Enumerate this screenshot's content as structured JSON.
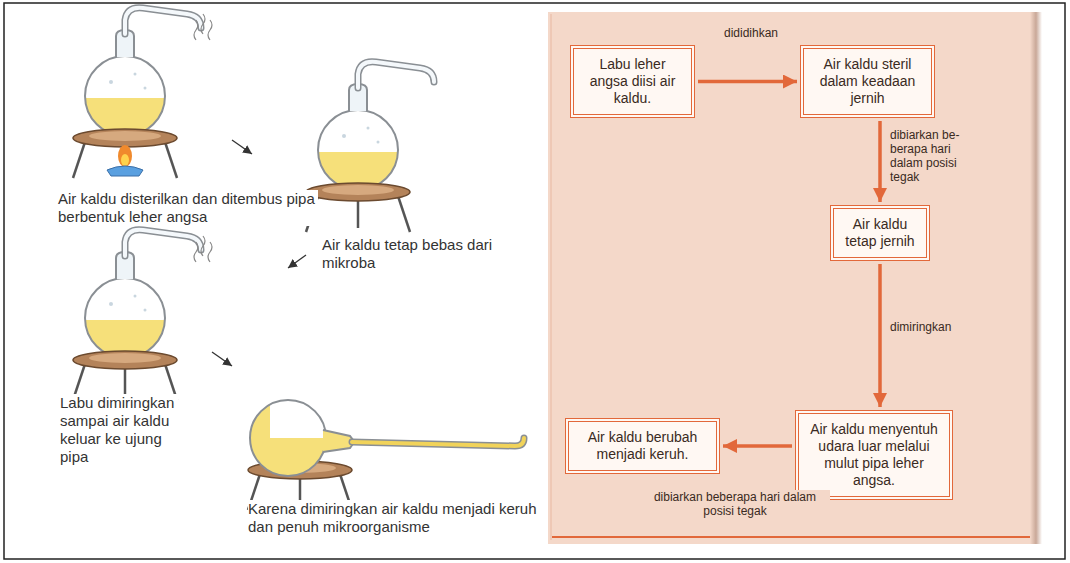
{
  "diagram": {
    "nodes": [
      {
        "text": [
          "Labu leher angsa diisi air kaldu."
        ]
      },
      {
        "text": [
          "Air kaldu steril dalam keadaan jernih"
        ]
      },
      {
        "text": [
          "Air kaldu tetap jernih"
        ]
      },
      {
        "text": [
          "Air kaldu menyentuh udara luar melalui mulut pipa leher angsa."
        ]
      },
      {
        "text": [
          "Air kaldu berubah menjadi keruh."
        ]
      }
    ],
    "edges": [
      {
        "from": 0,
        "to": 1,
        "arrow": "to",
        "label": "dididihkan"
      },
      {
        "from": 1,
        "to": 2,
        "arrow": "to",
        "label": "dibiarkan be- berapa hari dalam posisi tegak"
      },
      {
        "from": 2,
        "to": 3,
        "arrow": "to",
        "label": "dimiringkan"
      },
      {
        "from": 3,
        "to": 4,
        "arrow": "to",
        "label": "dibiarkan beberapa hari dalam posisi tegak"
      }
    ],
    "labels": [
      "Air kaldu disterilkan dan ditembus pipa berbentuk leher angsa",
      "Air kaldu tetap bebas dari mikroba",
      "Labu dimiringkan sampai air kaldu keluar ke ujung pipa",
      "Karena dimiringkan air kaldu menjadi keruh dan penuh mikroorganisme"
    ]
  }
}
